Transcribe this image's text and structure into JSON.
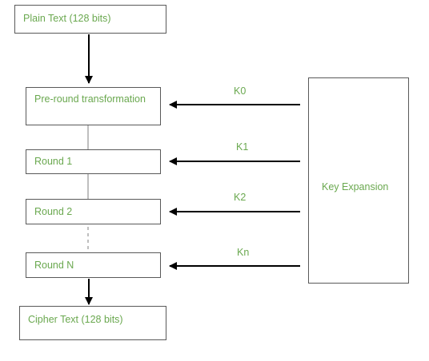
{
  "diagram": {
    "plain_text": "Plain Text (128 bits)",
    "pre_round": "Pre-round transformation",
    "round_1": "Round 1",
    "round_2": "Round 2",
    "round_n": "Round N",
    "cipher_text": "Cipher Text (128 bits)",
    "key_expansion": "Key Expansion",
    "keys": {
      "k0": "K0",
      "k1": "K1",
      "k2": "K2",
      "kn": "Kn"
    }
  },
  "colors": {
    "text": "#6aa84f",
    "border": "#595959",
    "arrow": "#000000",
    "connector": "#7f7f7f"
  }
}
